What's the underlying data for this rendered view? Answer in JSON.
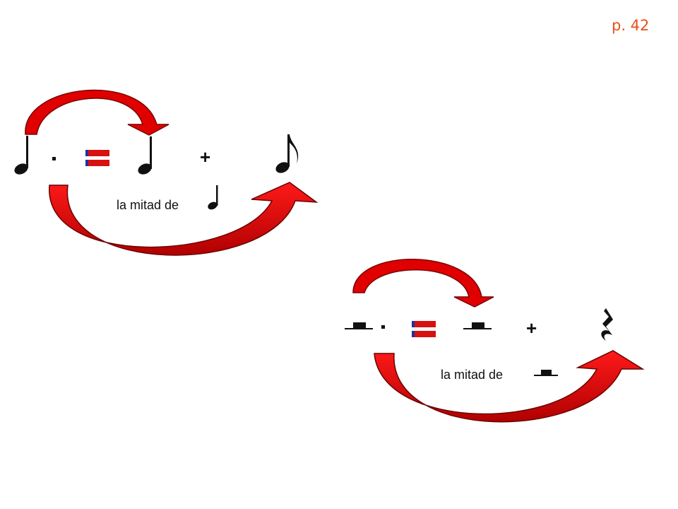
{
  "page_number": "p. 42",
  "colors": {
    "arrow_red": "#e00000",
    "arrow_dark": "#7a0000",
    "equals_red": "#d81010",
    "equals_blue": "#2030a0",
    "ink": "#111111",
    "page_number": "#e8501a"
  },
  "equation_1": {
    "left_symbol": "dotted-quarter-note-icon",
    "equals_symbol": "equals-icon",
    "right_symbol": "quarter-note-icon",
    "operator": "+",
    "result_symbol": "eighth-note-icon",
    "label": "la mitad de",
    "label_symbol": "quarter-note-icon"
  },
  "equation_2": {
    "left_symbol": "dotted-half-rest-icon",
    "equals_symbol": "equals-icon",
    "right_symbol": "half-rest-icon",
    "operator": "+",
    "result_symbol": "quarter-rest-icon",
    "label": "la mitad de",
    "label_symbol": "half-rest-icon"
  }
}
